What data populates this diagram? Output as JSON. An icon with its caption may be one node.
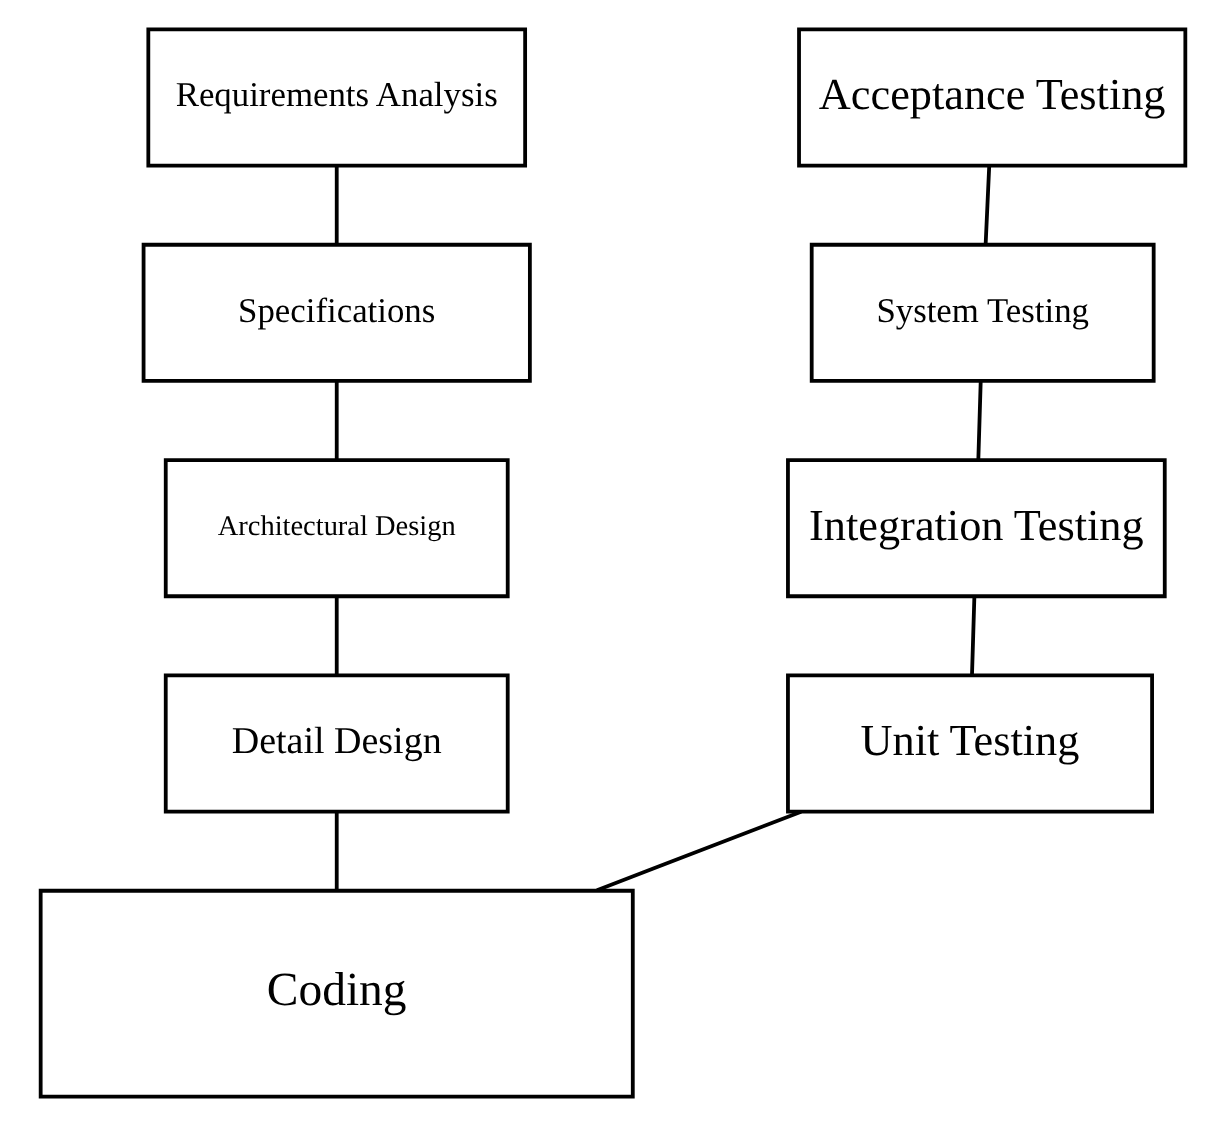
{
  "diagram": {
    "nodes": [
      {
        "text": [
          "Requirements Analysis"
        ]
      },
      {
        "text": [
          "Specifications"
        ]
      },
      {
        "text": [
          "Architectural Design"
        ]
      },
      {
        "text": [
          "Detail Design"
        ]
      },
      {
        "text": [
          "Coding"
        ]
      },
      {
        "text": [
          "Unit Testing"
        ]
      },
      {
        "text": [
          "Integration Testing"
        ]
      },
      {
        "text": [
          "System Testing"
        ]
      },
      {
        "text": [
          "Acceptance Testing"
        ]
      }
    ],
    "edges": [
      {
        "from": 0,
        "to": 1,
        "arrow": "none"
      },
      {
        "from": 1,
        "to": 2,
        "arrow": "none"
      },
      {
        "from": 2,
        "to": 3,
        "arrow": "none"
      },
      {
        "from": 3,
        "to": 4,
        "arrow": "none"
      },
      {
        "from": 4,
        "to": 5,
        "arrow": "none"
      },
      {
        "from": 5,
        "to": 6,
        "arrow": "none"
      },
      {
        "from": 6,
        "to": 7,
        "arrow": "none"
      },
      {
        "from": 7,
        "to": 8,
        "arrow": "none"
      }
    ]
  }
}
